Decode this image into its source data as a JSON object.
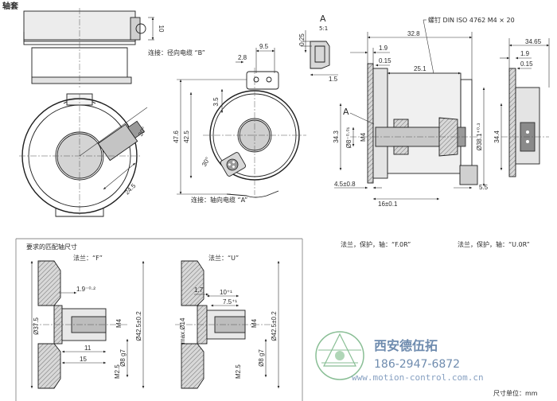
{
  "title": "轴套",
  "top_left": {
    "dim_10": "10",
    "note_radial_cable": "连接：径向电缆 “B”",
    "dim_30": "30°",
    "dim_24_5": "24.5"
  },
  "top_middle": {
    "dim_2_8": "2.8",
    "dim_9_5": "9.5",
    "dim_3_5": "3.5",
    "dim_47_6": "47.6",
    "dim_42_5": "42.5",
    "dim_30": "30°",
    "note_axial_cable": "连接：轴向电缆 “A”"
  },
  "detail_a": {
    "label": "A",
    "scale": "5:1",
    "dim_0_25": "0.25",
    "dim_1_5": "1.5"
  },
  "side_view": {
    "screw_note": "螺钉 DIN ISO 4762 M4 × 20",
    "dim_32_8": "32.8",
    "dim_1_9": "1.9",
    "dim_0_15": "0.15",
    "dim_25_1": "25.1",
    "label_a": "A",
    "dim_34_3": "34.3",
    "dim_shaft": "Ø8⁻⁰·⁰¹",
    "dim_m4": "M4",
    "dim_38_1": "Ø38.1⁺⁰·³",
    "dim_4_5": "4.5±0.8",
    "dim_16": "16±0.1",
    "dim_5_5": "5.5",
    "caption": "法兰，保护，轴：“F.0R”"
  },
  "right_view": {
    "dim_34_65": "34.65",
    "dim_1_9": "1.9",
    "dim_0_15": "0.15",
    "dim_34_4": "34.4",
    "caption": "法兰，保护，轴：“U.0R”"
  },
  "bottom_left": {
    "heading": "要求的匹配轴尺寸",
    "flange_label": "法兰：“F”",
    "dim_1_9": "1.9⁻⁰·²",
    "dim_37_5": "Ø37.5",
    "dim_m4": "M4",
    "dim_42_5": "Ø42.5±0.2",
    "dim_11": "11",
    "dim_15": "15",
    "dim_8_g7": "Ø8 g7",
    "dim_m2_5": "M2.5"
  },
  "bottom_middle": {
    "flange_label": "法兰：“U”",
    "dim_1_7": "1.7",
    "dim_10": "10⁺¹",
    "dim_7_5": "7.5⁺¹",
    "dim_max14": "max.Ø14",
    "dim_m4": "M4",
    "dim_42_5": "Ø42.5±0.2",
    "dim_8_g7": "Ø8 g7",
    "dim_m2_5": "M2.5"
  },
  "watermark": {
    "company": "西安德伍拓",
    "phone": "186-2947-6872",
    "website": "www.motion-control.com.cn"
  },
  "unit_note": "尺寸单位：mm"
}
